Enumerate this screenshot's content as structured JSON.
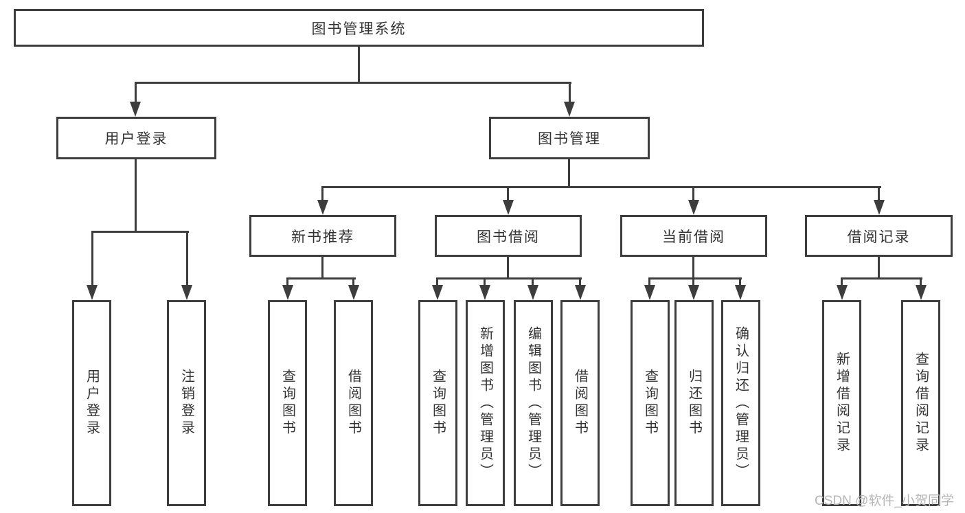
{
  "diagram": {
    "root": {
      "label": "图书管理系统"
    },
    "level2": {
      "user_login": {
        "label": "用户登录"
      },
      "book_management": {
        "label": "图书管理"
      }
    },
    "level3": {
      "new_book_recommend": {
        "label": "新书推荐"
      },
      "book_borrow": {
        "label": "图书借阅"
      },
      "current_borrow": {
        "label": "当前借阅"
      },
      "borrow_records": {
        "label": "借阅记录"
      }
    },
    "leaves": [
      "用户登录",
      "注销登录",
      "查询图书",
      "借阅图书",
      "查询图书",
      "新增图书（管理员）",
      "编辑图书（管理员）",
      "借阅图书",
      "查询图书",
      "归还图书",
      "确认归还（管理员）",
      "新增借阅记录",
      "查询借阅记录"
    ]
  },
  "watermark": "CSDN @软件_小贺同学",
  "colors": {
    "line": "#3d3d3d",
    "text": "#333333",
    "watermark": "#b5b5b5",
    "background": "#ffffff"
  }
}
